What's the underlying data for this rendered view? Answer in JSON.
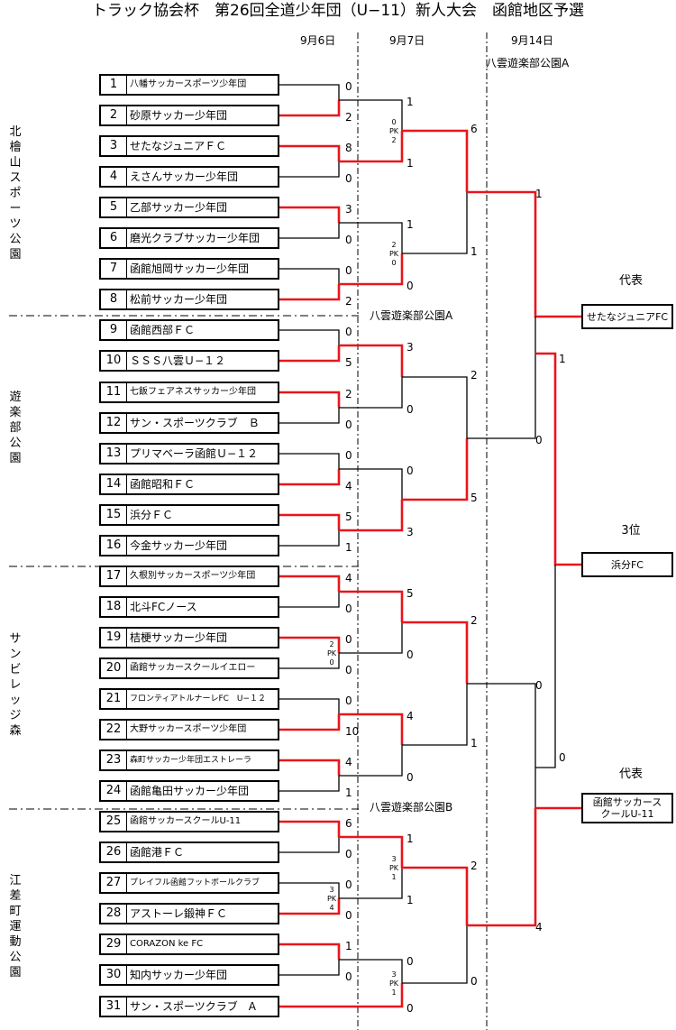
{
  "title": "トラック協会杯　第26回全道少年団（U−11）新人大会　函館地区予選",
  "dates": [
    "9月6日",
    "9月7日",
    "9月14日"
  ],
  "venues": {
    "top": "八雲遊楽部公園A",
    "mid_a": "八雲遊楽部公園A",
    "mid_b": "八雲遊楽部公園B"
  },
  "groups": [
    {
      "label": "北檜山スポーツ公園"
    },
    {
      "label": "遊楽部公園"
    },
    {
      "label": "サンビレッジ森"
    },
    {
      "label": "江差町運動公園"
    }
  ],
  "teams": [
    {
      "num": "1",
      "name": "八幡サッカースポーツ少年団"
    },
    {
      "num": "2",
      "name": "砂原サッカー少年団"
    },
    {
      "num": "3",
      "name": "せたなジュニアＦＣ"
    },
    {
      "num": "4",
      "name": "えさんサッカー少年団"
    },
    {
      "num": "5",
      "name": "乙部サッカー少年団"
    },
    {
      "num": "6",
      "name": "磨光クラブサッカー少年団"
    },
    {
      "num": "7",
      "name": "函館旭岡サッカー少年団"
    },
    {
      "num": "8",
      "name": "松前サッカー少年団"
    },
    {
      "num": "9",
      "name": "函館西部ＦＣ"
    },
    {
      "num": "10",
      "name": "ＳＳＳ八雲Ｕ−１２"
    },
    {
      "num": "11",
      "name": "七飯フェアネスサッカー少年団"
    },
    {
      "num": "12",
      "name": "サン・スポーツクラブ　Ｂ"
    },
    {
      "num": "13",
      "name": "プリマベーラ函館Ｕ−１２"
    },
    {
      "num": "14",
      "name": "函館昭和ＦＣ"
    },
    {
      "num": "15",
      "name": "浜分ＦＣ"
    },
    {
      "num": "16",
      "name": "今金サッカー少年団"
    },
    {
      "num": "17",
      "name": "久根別サッカースポーツ少年団"
    },
    {
      "num": "18",
      "name": "北斗FCノース"
    },
    {
      "num": "19",
      "name": "桔梗サッカー少年団"
    },
    {
      "num": "20",
      "name": "函館サッカースクールイエロー"
    },
    {
      "num": "21",
      "name": "フロンティアトルナーレFC　U−１２"
    },
    {
      "num": "22",
      "name": "大野サッカースポーツ少年団"
    },
    {
      "num": "23",
      "name": "森町サッカー少年団エストレーラ"
    },
    {
      "num": "24",
      "name": "函館亀田サッカー少年団"
    },
    {
      "num": "25",
      "name": "函館サッカースクールU-11"
    },
    {
      "num": "26",
      "name": "函館港ＦＣ"
    },
    {
      "num": "27",
      "name": "プレイフル函館フットボールクラブ"
    },
    {
      "num": "28",
      "name": "アストーレ鍛神ＦＣ"
    },
    {
      "num": "29",
      "name": "CORAZON ke FC"
    },
    {
      "num": "30",
      "name": "知内サッカー少年団"
    },
    {
      "num": "31",
      "name": "サン・スポーツクラブ　A"
    }
  ],
  "r1_scores": [
    "0",
    "2",
    "8",
    "0",
    "3",
    "0",
    "0",
    "2",
    "0",
    "5",
    "2",
    "0",
    "0",
    "4",
    "5",
    "1",
    "4",
    "0",
    "0",
    "0",
    "0",
    "10",
    "4",
    "1",
    "6",
    "0",
    "0",
    "0",
    "1",
    "0"
  ],
  "r1_pk": [
    {
      "top": "2",
      "mid": "PK",
      "bot": "0"
    },
    {
      "top": "3",
      "mid": "PK",
      "bot": "4"
    }
  ],
  "r2_scores": [
    "1",
    "1",
    "1",
    "0",
    "3",
    "0",
    "0",
    "3",
    "5",
    "0",
    "4",
    "0",
    "1",
    "1",
    "0",
    "0"
  ],
  "r2_pk": [
    {
      "top": "0",
      "mid": "PK",
      "bot": "2"
    },
    {
      "top": "2",
      "mid": "PK",
      "bot": "0"
    },
    {
      "top": "3",
      "mid": "PK",
      "bot": "1"
    },
    {
      "top": "3",
      "mid": "PK",
      "bot": "1"
    }
  ],
  "r3_scores": [
    "6",
    "1",
    "2",
    "5",
    "2",
    "1",
    "2",
    "0"
  ],
  "r4_scores": [
    "1",
    "0",
    "0",
    "4"
  ],
  "r5_scores": [
    "1",
    "0"
  ],
  "results": {
    "rep1_label": "代表",
    "rep1_team": "せたなジュニアFC",
    "third_label": "3位",
    "third_team": "浜分FC",
    "rep2_label": "代表",
    "rep2_team": "函館サッカース\nクールU-11"
  },
  "colors": {
    "win_line": "#e8161b",
    "line": "#000000"
  }
}
